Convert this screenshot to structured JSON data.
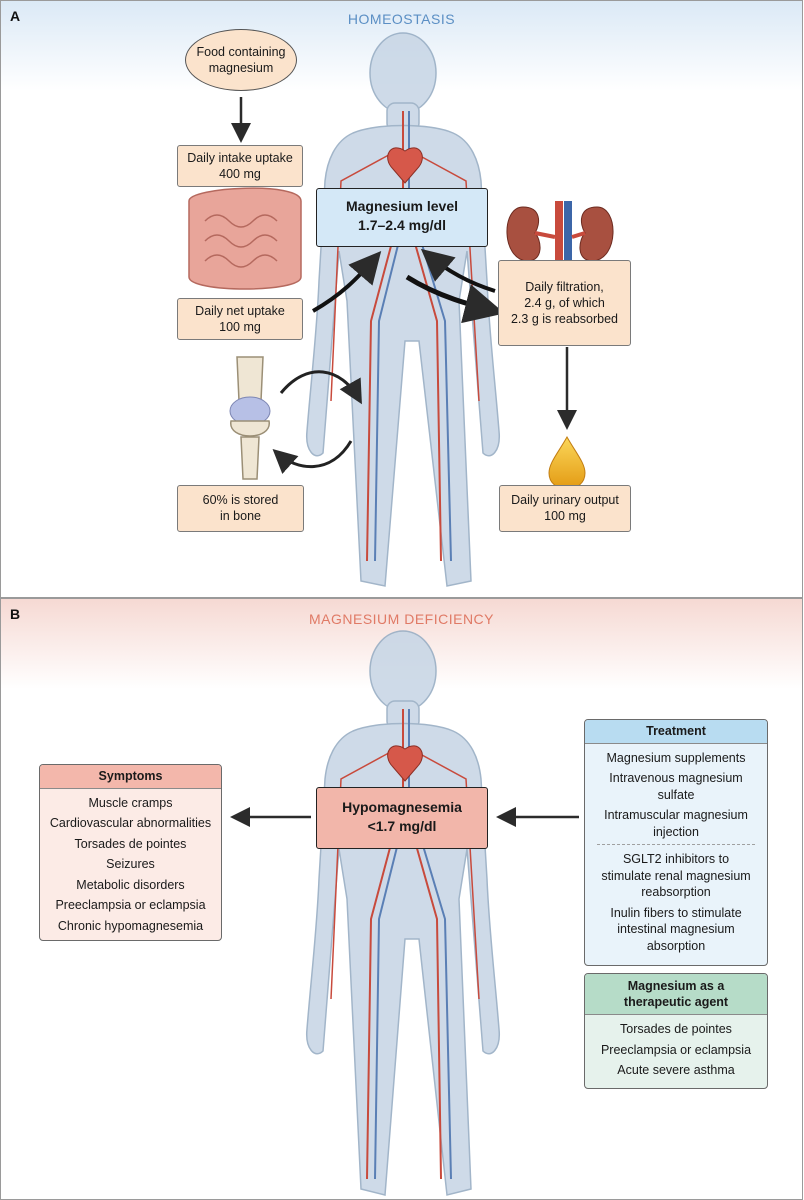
{
  "panel_a": {
    "letter": "A",
    "title": "HOMEOSTASIS",
    "food": "Food containing\nmagnesium",
    "intake": "Daily intake uptake\n400 mg",
    "net": "Daily net uptake\n100 mg",
    "level": "Magnesium level\n1.7–2.4 mg/dl",
    "filtration": "Daily filtration,\n2.4 g, of which\n2.3 g is reabsorbed",
    "bone": "60% is stored\nin bone",
    "urine": "Daily urinary output\n100 mg"
  },
  "panel_b": {
    "letter": "B",
    "title": "MAGNESIUM DEFICIENCY",
    "center": "Hypomagnesemia\n<1.7 mg/dl",
    "symptoms": {
      "header": "Symptoms",
      "items": [
        "Muscle cramps",
        "Cardiovascular abnormalities",
        "Torsades de pointes",
        "Seizures",
        "Metabolic disorders",
        "Preeclampsia or eclampsia",
        "Chronic hypomagnesemia"
      ]
    },
    "treatment": {
      "header": "Treatment",
      "items": [
        "Magnesium supplements",
        "Intravenous magnesium\nsulfate",
        "Intramuscular magnesium\ninjection"
      ],
      "items2": [
        "SGLT2 inhibitors to\nstimulate renal magnesium\nreabsorption",
        "Inulin fibers to stimulate\nintestinal magnesium\nabsorption"
      ]
    },
    "agent": {
      "header": "Magnesium as a\ntherapeutic agent",
      "items": [
        "Torsades de pointes",
        "Preeclampsia or eclampsia",
        "Acute severe asthma"
      ]
    }
  }
}
